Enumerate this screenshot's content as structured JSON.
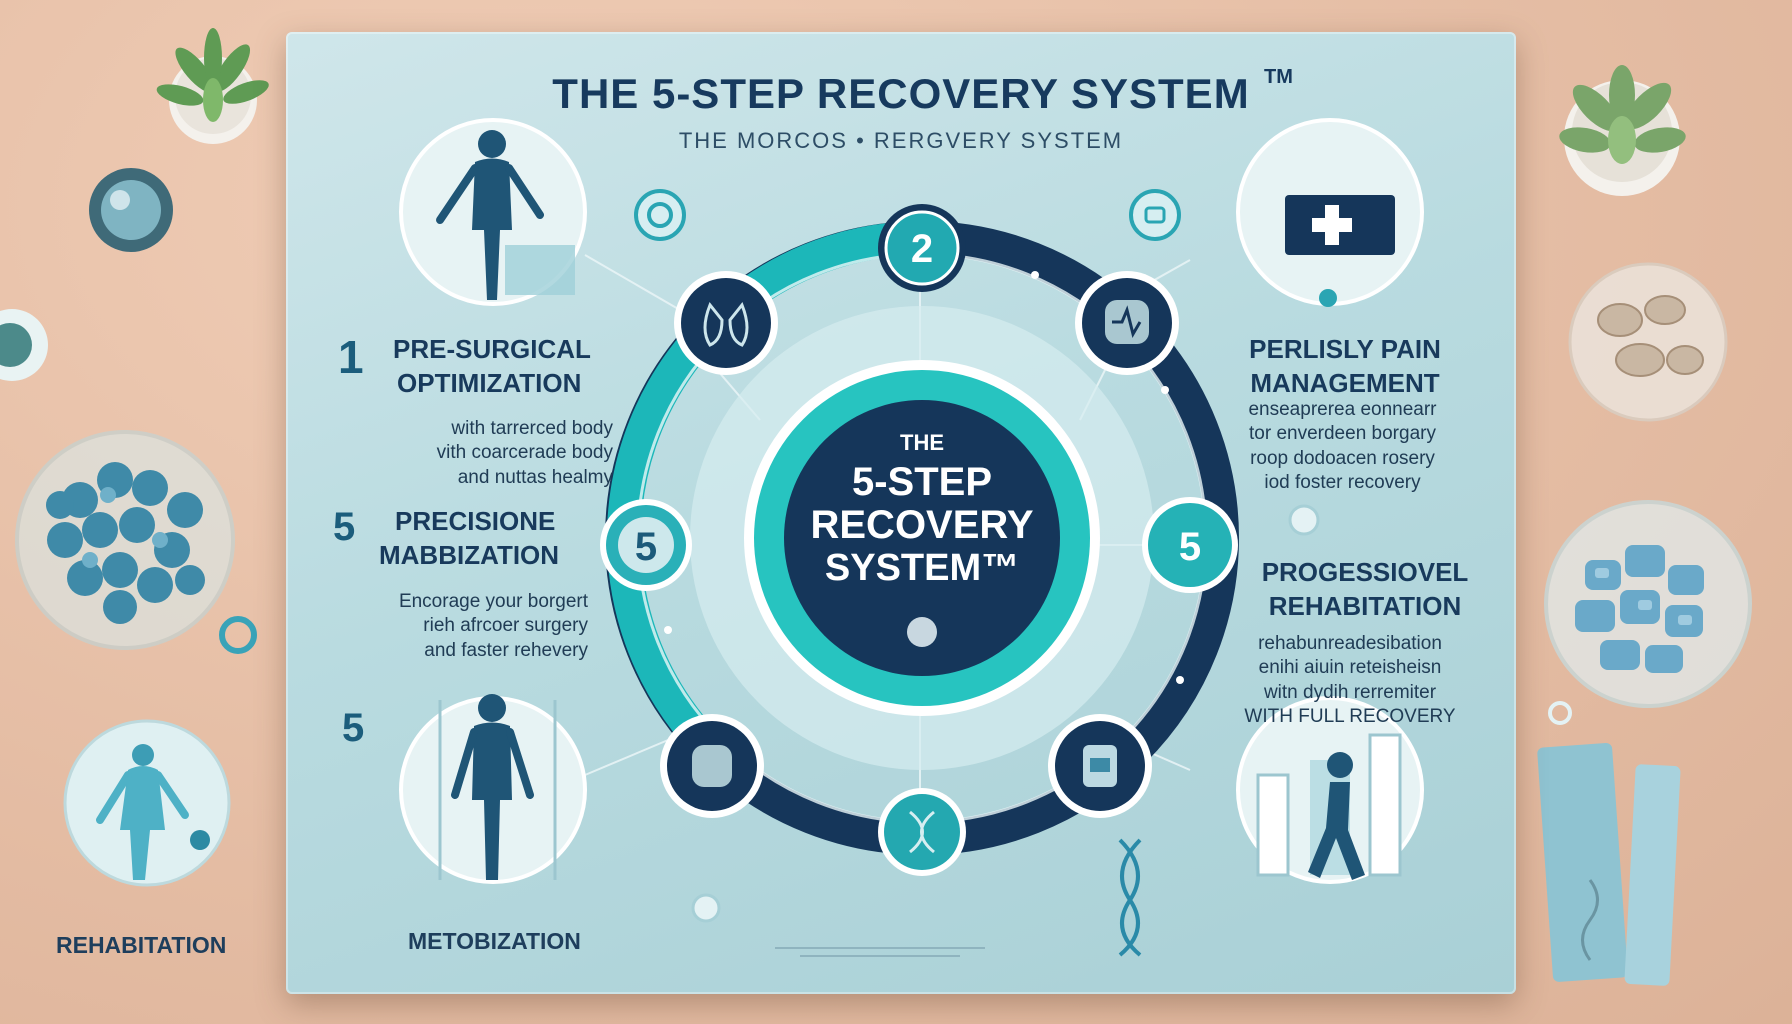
{
  "title": "THE 5-STEP RECOVERY SYSTEM",
  "trademark": "TM",
  "subtitle": "THE MORCOS • RERGVERY SYSTEM",
  "center": {
    "line1": "THE",
    "line2": "5-STEP",
    "line3": "RECOVERY",
    "line4": "SYSTEM™"
  },
  "ring_badges": {
    "top": "2",
    "left": "5",
    "right": "5"
  },
  "steps": {
    "step1": {
      "number": "1",
      "label_line1": "PRE-SURGICAL",
      "label_line2": "OPTIMIZATION",
      "desc_line1": "with tarrerced body",
      "desc_line2": "vith coarcerade body",
      "desc_line3": "and nuttas healmy"
    },
    "step2": {
      "number": "5",
      "label_line1": "PRECISIONE",
      "label_line2": "MABBIZATION",
      "desc_line1": "Encorage your borgert",
      "desc_line2": "rieh afrcoer surgery",
      "desc_line3": "and faster rehevery"
    },
    "step3": {
      "number": "5"
    },
    "right_top": {
      "label_line1": "PERLISLY PAIN",
      "label_line2": "MANAGEMENT",
      "desc_line1": "enseaprerea eonnearr",
      "desc_line2": "tor enverdeen borgary",
      "desc_line3": "roop dodoacen rosery",
      "desc_line4": "iod foster recovery"
    },
    "right_bottom": {
      "label_line1": "PROGESSIOVEL",
      "label_line2": "REHABITATION",
      "desc_line1": "rehabunreadesibation",
      "desc_line2": "enihi aiuin reteisheisn",
      "desc_line3": "witn dydih rerremiter",
      "desc_line4": "WITH FULL RECOVERY"
    }
  },
  "captions": {
    "bottom_center": "METOBIZATION",
    "bottom_left": "REHABITATION"
  },
  "colors": {
    "navy": "#16375a",
    "teal": "#1fb3b6",
    "board": "#bcdde2",
    "desk": "#e6bfa6"
  },
  "icons": {
    "ring_nodes": [
      "lungs-icon",
      "number-badge",
      "heart-scan-icon",
      "number-badge",
      "device-icon",
      "dna-icon",
      "knee-icon",
      "number-badge"
    ],
    "illustrations": [
      "human-figure-icon",
      "ambulance-cross-icon",
      "standing-figure-icon",
      "walking-figure-icon"
    ]
  }
}
